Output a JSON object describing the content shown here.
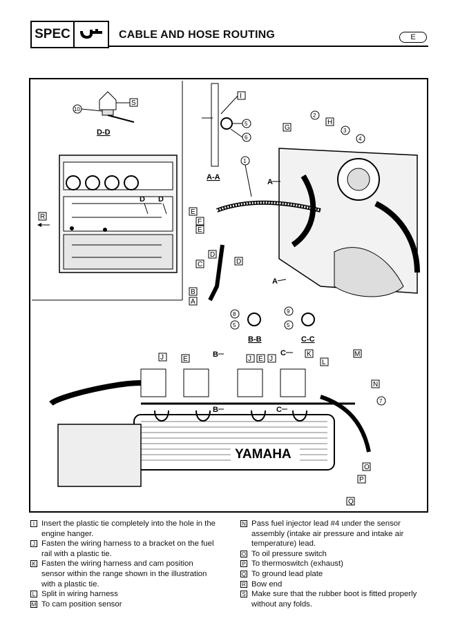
{
  "header": {
    "section_tag": "SPEC",
    "icon": "wrench-icon",
    "title": "CABLE AND HOSE ROUTING",
    "language": "E"
  },
  "figure": {
    "views": [
      "D-D",
      "A-A",
      "B-B",
      "C-C"
    ],
    "callout_letters": [
      "A",
      "B",
      "C",
      "D",
      "E",
      "F",
      "G",
      "H",
      "I",
      "J",
      "K",
      "L",
      "M",
      "N",
      "O",
      "P",
      "Q",
      "R",
      "S"
    ],
    "callout_numbers": [
      "①",
      "②",
      "③",
      "④",
      "⑤",
      "⑥",
      "⑦",
      "⑧",
      "⑨",
      "⑩"
    ],
    "brand_text": "YAMAHA"
  },
  "notes": [
    {
      "key": "I",
      "text": "Insert the plastic tie completely into the hole in the engine hanger."
    },
    {
      "key": "J",
      "text": "Fasten the wiring harness to a bracket on the fuel rail with a plastic tie."
    },
    {
      "key": "K",
      "text": "Fasten the wiring harness and cam position sensor within the range shown in the illustration with a plastic tie."
    },
    {
      "key": "L",
      "text": "Split in wiring harness"
    },
    {
      "key": "M",
      "text": "To cam position sensor"
    },
    {
      "key": "N",
      "text": "Pass fuel injector lead #4 under the sensor assembly (intake air pressure and intake air temperature) lead."
    },
    {
      "key": "O",
      "text": "To oil pressure switch"
    },
    {
      "key": "P",
      "text": "To thermoswitch (exhaust)"
    },
    {
      "key": "Q",
      "text": "To ground lead plate"
    },
    {
      "key": "R",
      "text": "Bow end"
    },
    {
      "key": "S",
      "text": "Make sure that the rubber boot is fitted properly without any folds."
    }
  ]
}
